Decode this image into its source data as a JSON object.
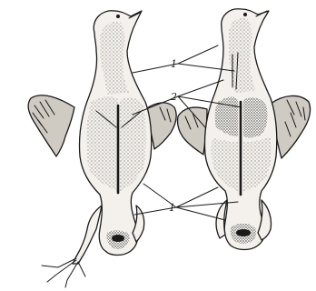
{
  "figure": {
    "labels": {
      "upper_1": "1",
      "mid_2": "2",
      "lower_1": "1"
    },
    "views": [
      "ventral",
      "dorsal"
    ],
    "colors": {
      "ink": "#1a1a1a",
      "skin": "#f4f1ec",
      "stipple": "#6b6b6b",
      "wing": "#cfcac2"
    }
  }
}
